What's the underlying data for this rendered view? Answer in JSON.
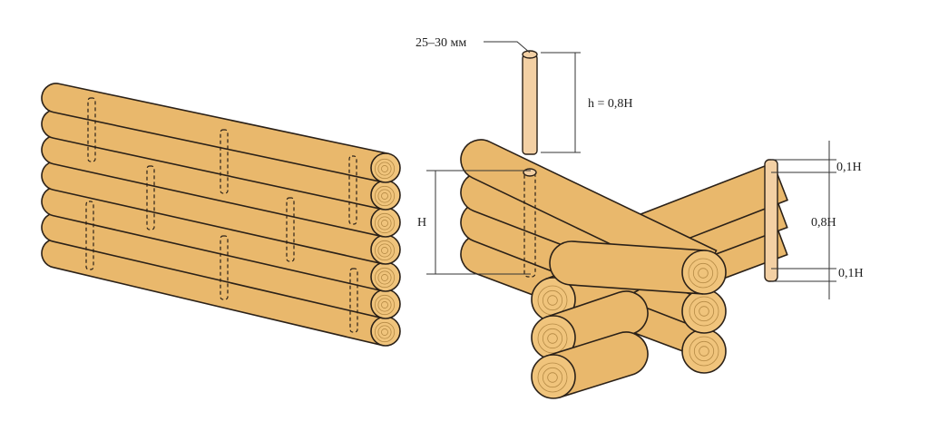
{
  "labels": {
    "dowel_diameter": "25–30 мм",
    "dowel_length": "h = 0,8H",
    "log_height": "H",
    "top_gap": "0,1H",
    "middle": "0,8H",
    "bottom_gap": "0,1H"
  },
  "colors": {
    "wood": "#e9b86c",
    "wood_end": "#f0c47c",
    "dowel": "#f3d0a4",
    "outline": "#2b2118"
  }
}
